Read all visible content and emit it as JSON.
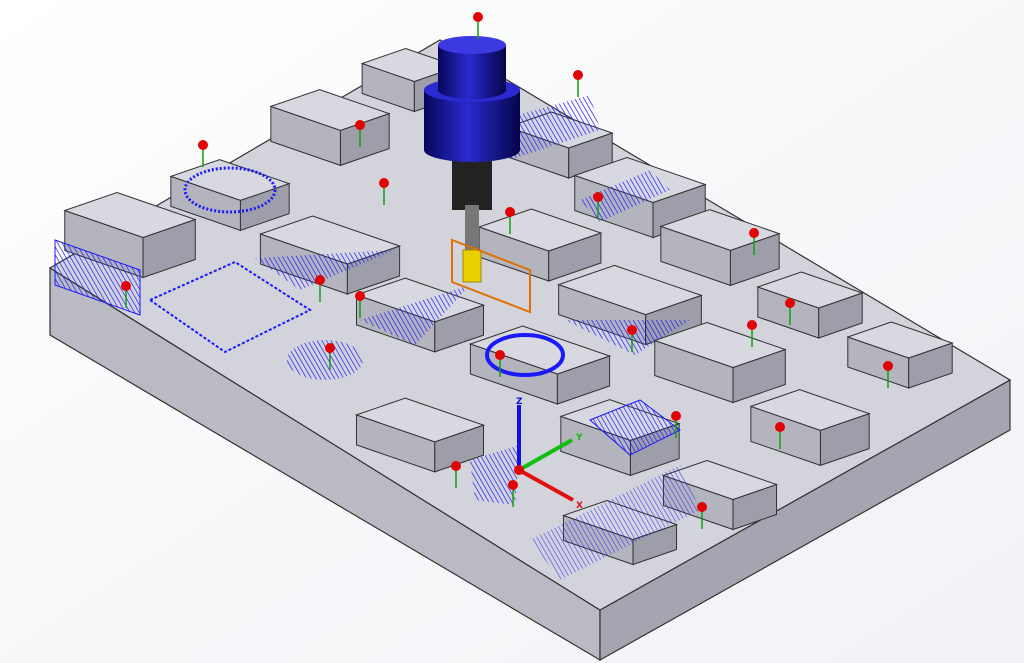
{
  "triad": {
    "x_label": "X",
    "y_label": "Y",
    "z_label": "Z"
  },
  "colors": {
    "background": "#ffffff",
    "part_top": "#d6d7de",
    "part_side_left": "#b9bac3",
    "part_side_right": "#a4a5b0",
    "toolpath": "#1a1aff",
    "lead_lines": "#e02020",
    "marker": "#e00000",
    "spindle": "#0a0a8c",
    "tool": "#e8d000"
  }
}
